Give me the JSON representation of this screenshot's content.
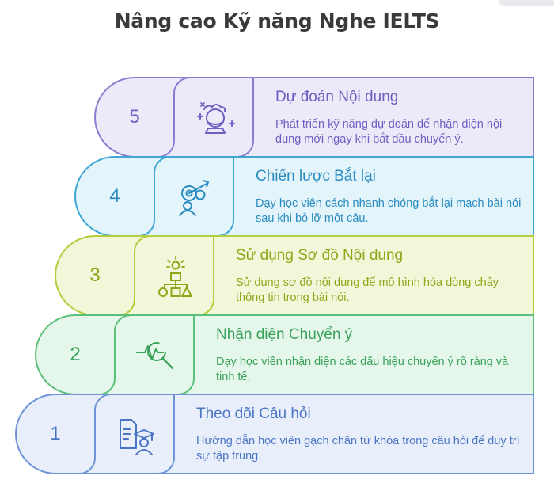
{
  "title": "Nâng cao Kỹ năng Nghe IELTS",
  "steps": [
    {
      "number": "5",
      "title": "Dự đoán Nội dung",
      "description": "Phát triển kỹ năng dự đoán để nhận diện nội dung mới ngay khi bắt đầu chuyển ý.",
      "icon": "crystal-ball-icon",
      "fill": "#ECE9F8",
      "stroke": "#8A7DD0",
      "accent": "#6E5FC2"
    },
    {
      "number": "4",
      "title": "Chiến lược Bắt lại",
      "description": "Dạy học viên cách nhanh chóng bắt lại mạch bài nói sau khi bỏ lỡ một câu.",
      "icon": "target-person-icon",
      "fill": "#E4F4FB",
      "stroke": "#3FA7D6",
      "accent": "#2A8CC0"
    },
    {
      "number": "3",
      "title": "Sử dụng Sơ đồ Nội dung",
      "description": "Sử dụng sơ đồ nội dung để mô hình hóa dòng chảy thông tin trong bài nói.",
      "icon": "flowchart-icon",
      "fill": "#F1F7D8",
      "stroke": "#B5CC3C",
      "accent": "#8FA61A"
    },
    {
      "number": "2",
      "title": "Nhận diện Chuyển ý",
      "description": "Dạy học viên nhận diện các dấu hiệu chuyển ý rõ ràng và tinh tế.",
      "icon": "signal-magnifier-icon",
      "fill": "#E5F6EA",
      "stroke": "#5CC07A",
      "accent": "#38A25A"
    },
    {
      "number": "1",
      "title": "Theo dõi Câu hỏi",
      "description": "Hướng dẫn học viên gạch chân từ khóa trong câu hỏi để duy trì sự tập trung.",
      "icon": "student-document-icon",
      "fill": "#E9EFFA",
      "stroke": "#6F93D8",
      "accent": "#4A74C4"
    }
  ]
}
